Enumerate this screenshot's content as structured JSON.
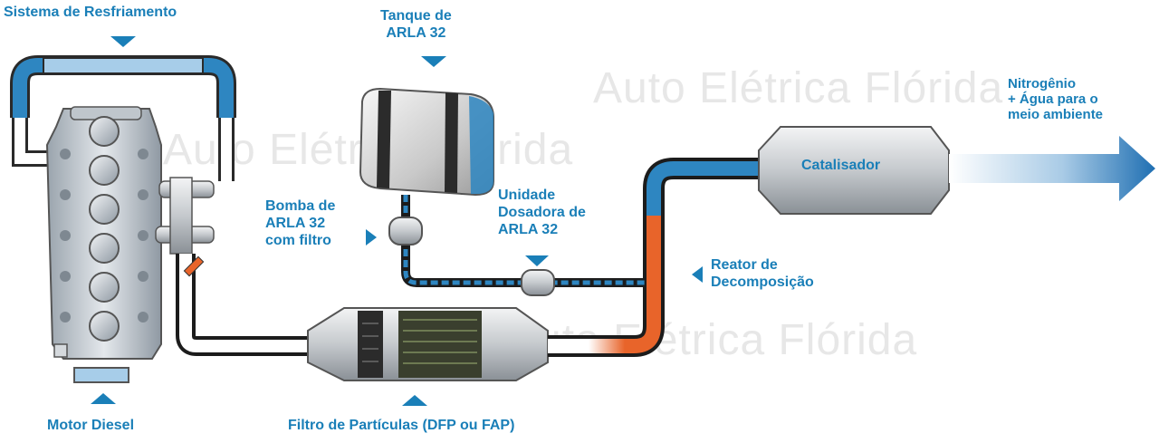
{
  "labels": {
    "cooling_system": "Sistema de Resfriamento",
    "arla_tank_line1": "Tanque de",
    "arla_tank_line2": "ARLA 32",
    "pump_line1": "Bomba de",
    "pump_line2": "ARLA 32",
    "pump_line3": "com filtro",
    "dosing_line1": "Unidade",
    "dosing_line2": "Dosadora de",
    "dosing_line3": "ARLA 32",
    "catalyst": "Catalisador",
    "output_line1": "Nitrogênio",
    "output_line2": "+ Água para o",
    "output_line3": "meio ambiente",
    "reactor_line1": "Reator de",
    "reactor_line2": "Decomposição",
    "diesel_engine": "Motor Diesel",
    "particle_filter": "Filtro de Partículas (DFP ou FAP)"
  },
  "watermarks": {
    "line1": "Auto Elétrica Flórida",
    "line2": "Auto Elétrica Flórida",
    "line3": "Auto Elétrica Flórida"
  },
  "colors": {
    "label": "#1a7fb8",
    "coolant_blue": "#2e86c1",
    "reactor_orange": "#e8642a",
    "pipe_dark": "#1c1c1c"
  }
}
